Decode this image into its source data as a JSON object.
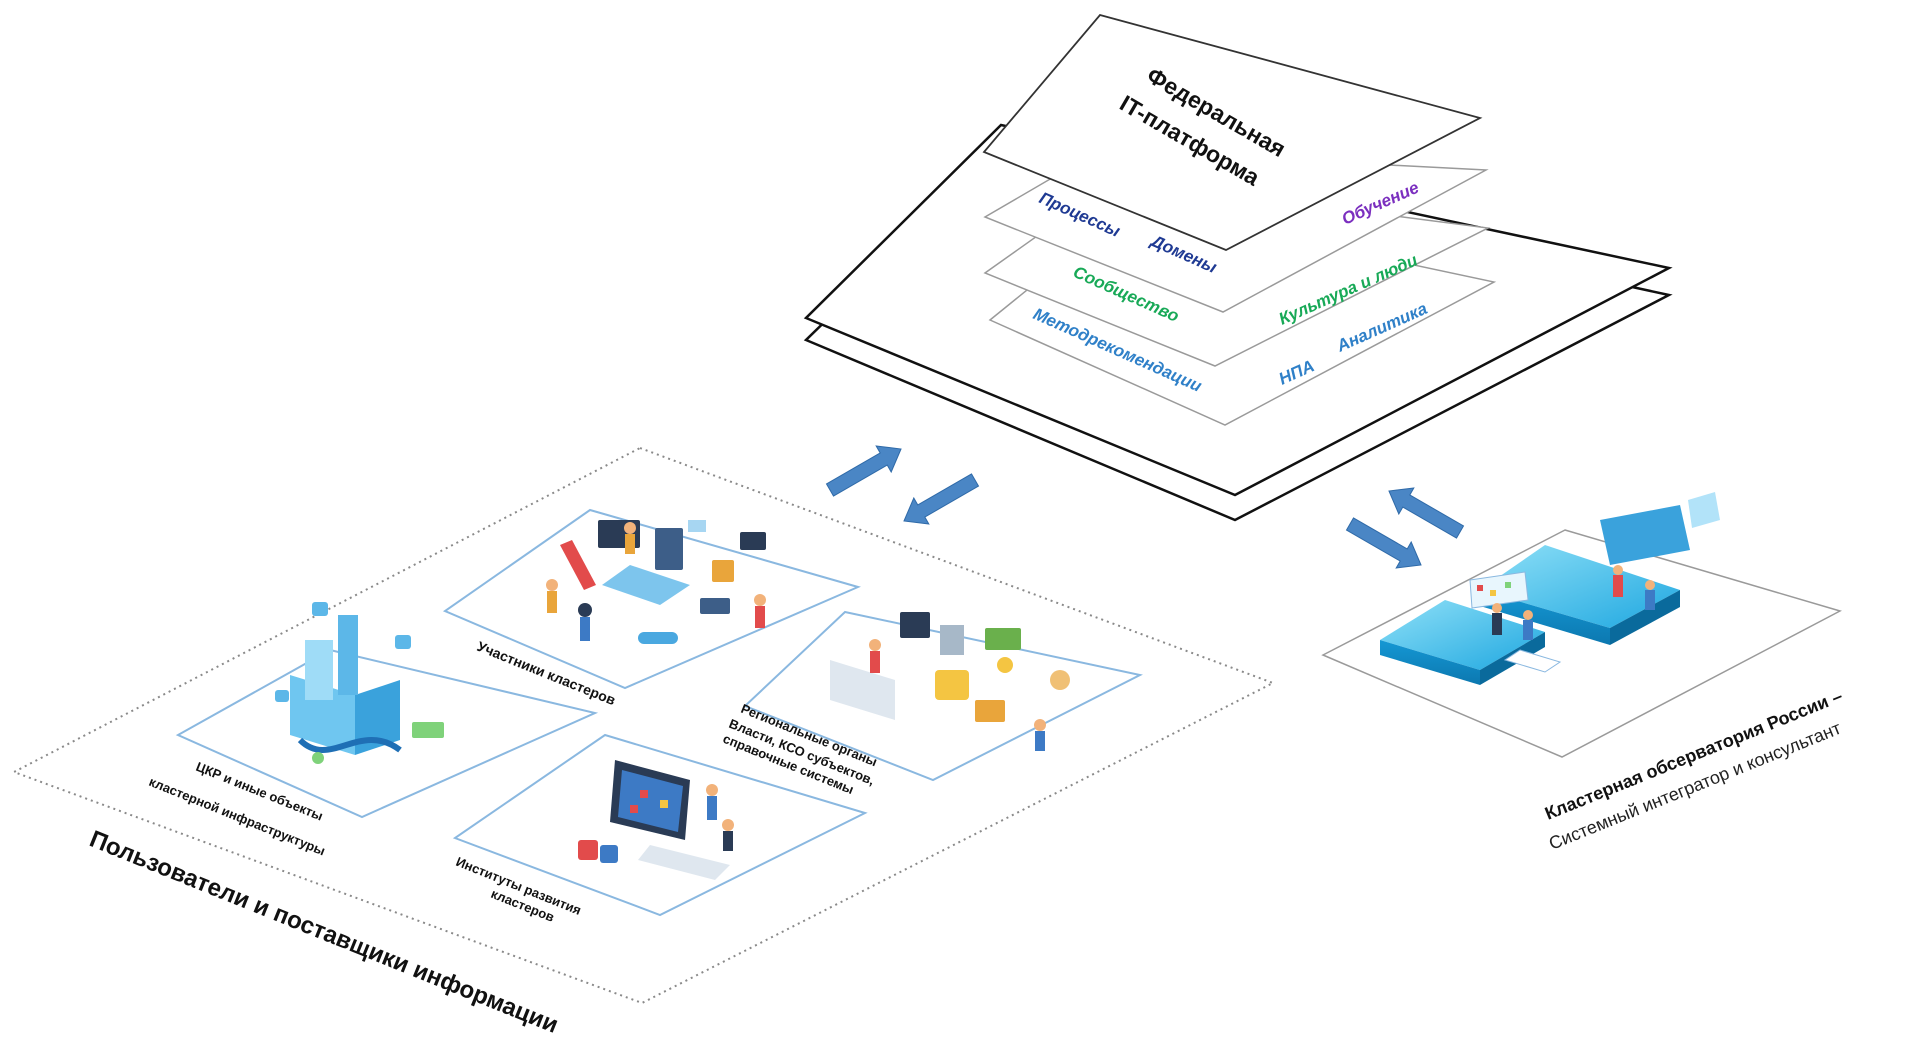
{
  "platform": {
    "title_line1": "Федеральная",
    "title_line2": "IT-платформа",
    "layer1": {
      "left": "Процессы",
      "middle": "Домены",
      "right": "Обучение"
    },
    "layer2": {
      "left": "Сообщество",
      "right": "Культура и люди"
    },
    "layer3": {
      "left": "Методрекомендации",
      "middle": "НПА",
      "right": "Аналитика"
    }
  },
  "users": {
    "title": "Пользователи и поставщики информации",
    "tiles": [
      {
        "label": "Участники кластеров"
      },
      {
        "line1": "ЦКР и иные объекты",
        "line2": "кластерной инфраструктуры"
      },
      {
        "line1": "Региональные органы",
        "line2": "Власти, КСО субъектов,",
        "line3": "справочные системы"
      },
      {
        "line1": "Институты развития",
        "line2": "кластеров"
      }
    ]
  },
  "observatory": {
    "title": "Кластерная обсерватория России –",
    "subtitle": "Системный интегратор и консультант"
  },
  "colors": {
    "processes": "#1f3a93",
    "domains": "#1f3a93",
    "learning": "#7b2fbf",
    "community": "#18a957",
    "culture": "#18a957",
    "methods": "#2f80c8",
    "npa": "#2f80c8",
    "analytics": "#2f80c8",
    "arrow": "#4a86c5"
  }
}
